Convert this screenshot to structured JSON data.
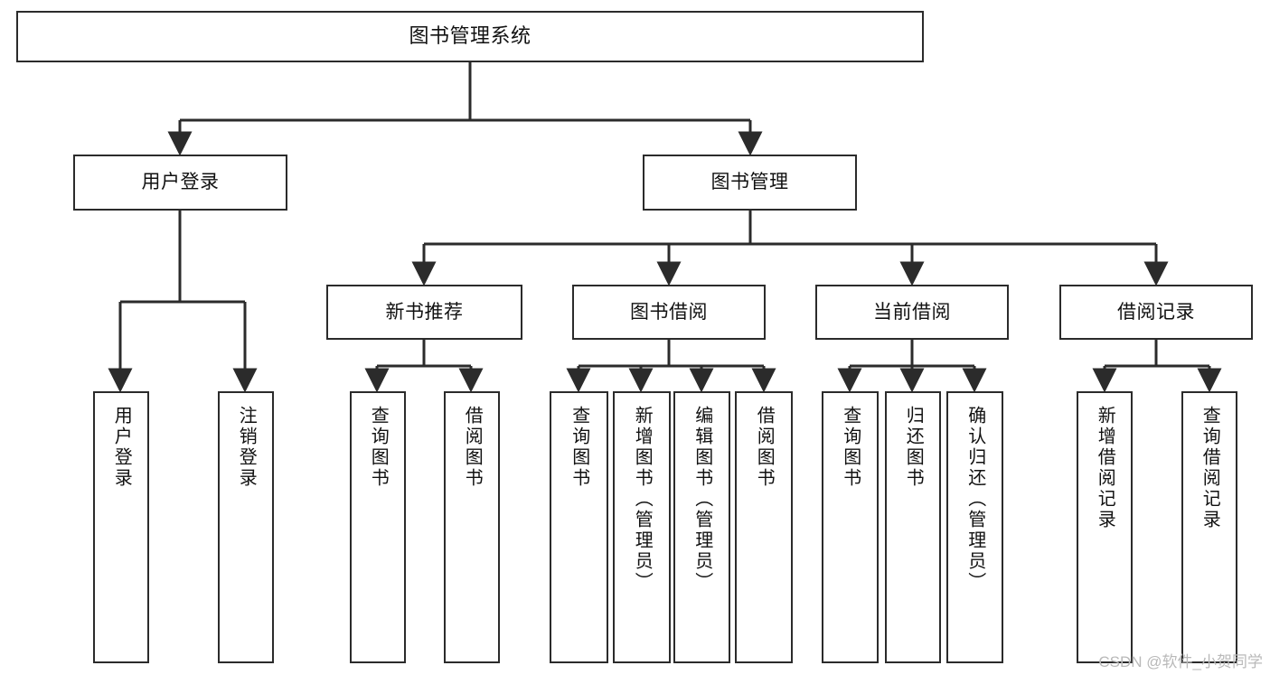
{
  "diagram": {
    "title": "图书管理系统",
    "type": "functional-structure-tree",
    "watermark": "CSDN @软件_小贺同学",
    "colors": {
      "background": "#ffffff",
      "stroke": "#2b2b2b",
      "text": "#111111",
      "watermark": "#b9b9b9"
    },
    "nodes": {
      "root": {
        "label": "图书管理系统"
      },
      "level2": [
        {
          "label": "用户登录"
        },
        {
          "label": "图书管理"
        }
      ],
      "level3": [
        {
          "label": "新书推荐"
        },
        {
          "label": "图书借阅"
        },
        {
          "label": "当前借阅"
        },
        {
          "label": "借阅记录"
        }
      ],
      "leaves": {
        "user_login": [
          {
            "label": "用户登录"
          },
          {
            "label": "注销登录"
          }
        ],
        "new_book": [
          {
            "label": "查询图书"
          },
          {
            "label": "借阅图书"
          }
        ],
        "book_borrow": [
          {
            "label": "查询图书"
          },
          {
            "label": "新增图书（管理员）"
          },
          {
            "label": "编辑图书（管理员）"
          },
          {
            "label": "借阅图书"
          }
        ],
        "current_borrow": [
          {
            "label": "查询图书"
          },
          {
            "label": "归还图书"
          },
          {
            "label": "确认归还（管理员）"
          }
        ],
        "borrow_record": [
          {
            "label": "新增借阅记录"
          },
          {
            "label": "查询借阅记录"
          }
        ]
      }
    }
  }
}
